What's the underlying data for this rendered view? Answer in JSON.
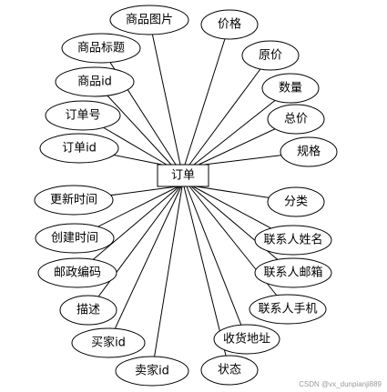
{
  "entity": {
    "label": "订单"
  },
  "attributes": [
    {
      "label": "商品图片"
    },
    {
      "label": "价格"
    },
    {
      "label": "商品标题"
    },
    {
      "label": "原价"
    },
    {
      "label": "商品id"
    },
    {
      "label": "数量"
    },
    {
      "label": "订单号"
    },
    {
      "label": "总价"
    },
    {
      "label": "订单id"
    },
    {
      "label": "规格"
    },
    {
      "label": "更新时间"
    },
    {
      "label": "分类"
    },
    {
      "label": "创建时间"
    },
    {
      "label": "联系人姓名"
    },
    {
      "label": "邮政编码"
    },
    {
      "label": "联系人邮箱"
    },
    {
      "label": "描述"
    },
    {
      "label": "联系人手机"
    },
    {
      "label": "买家id"
    },
    {
      "label": "收货地址"
    },
    {
      "label": "卖家id"
    },
    {
      "label": "状态"
    }
  ],
  "watermark": "CSDN @vx_dunpianji889"
}
